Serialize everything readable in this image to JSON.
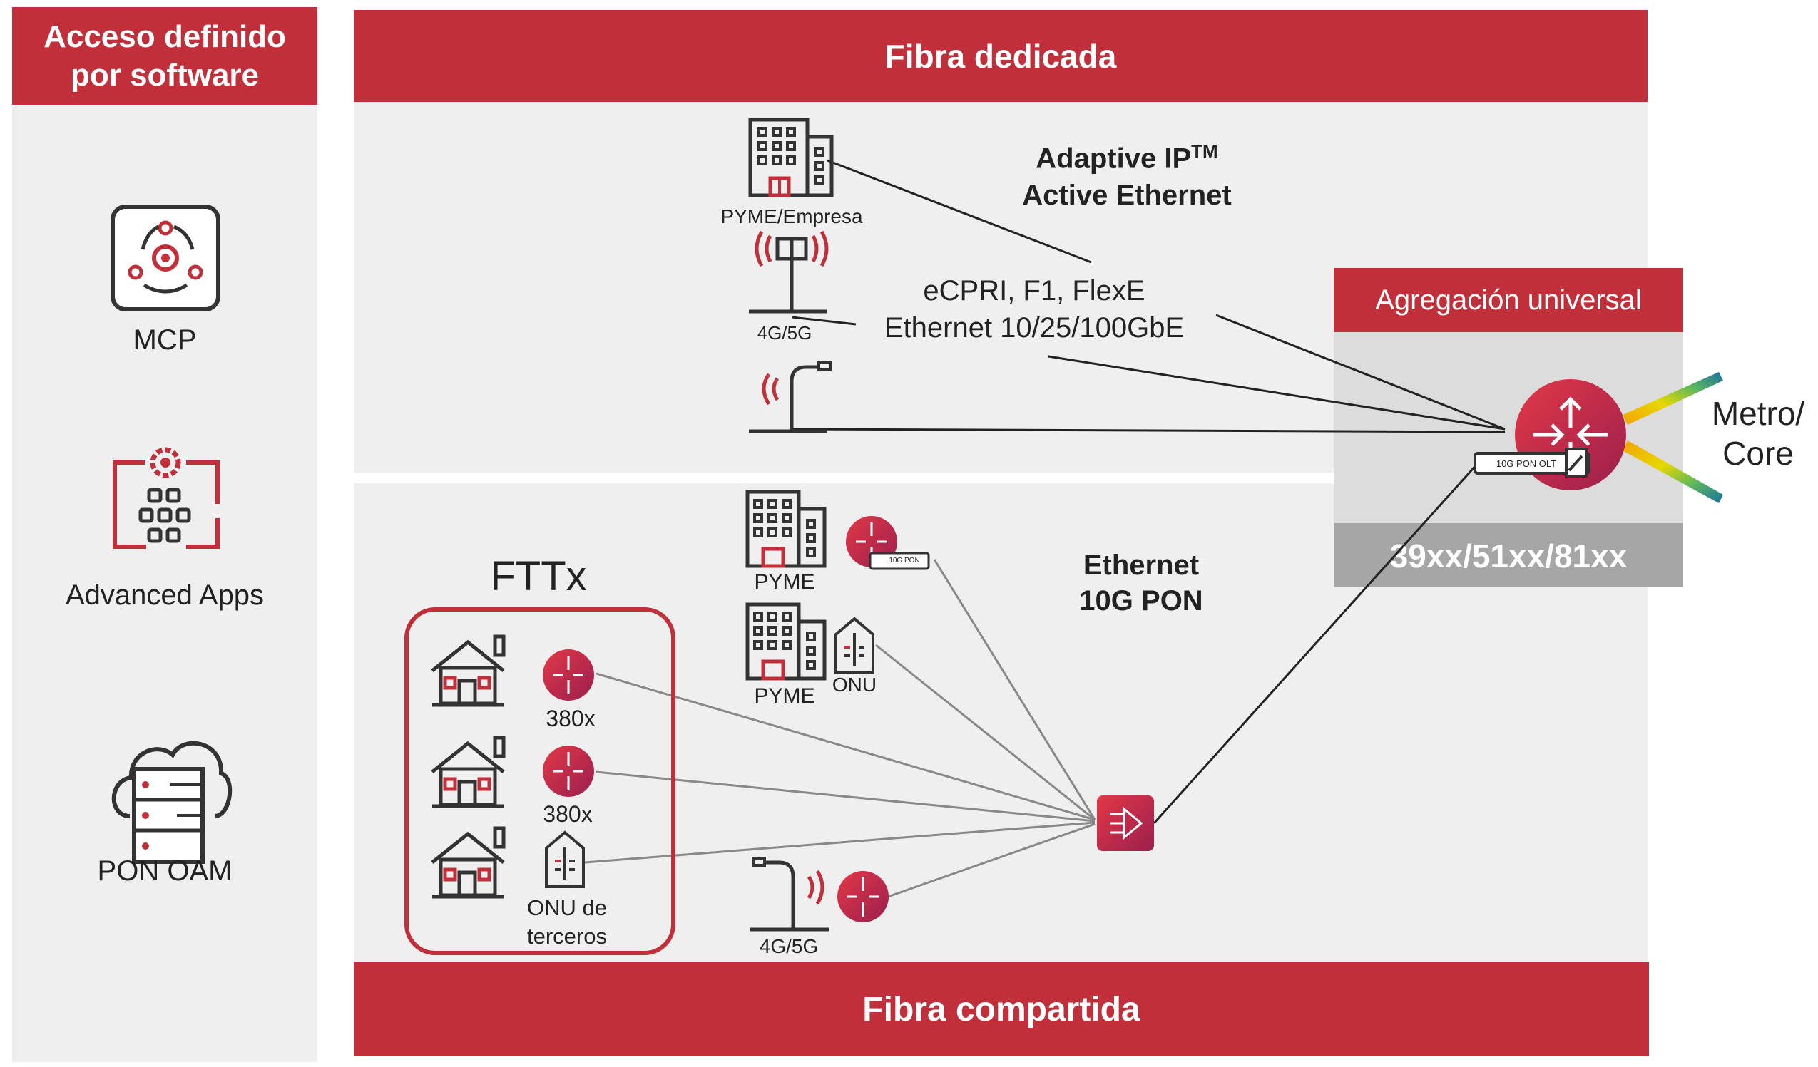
{
  "left_panel": {
    "title": "Acceso definido por software",
    "items": [
      {
        "label": "MCP",
        "icon": "mcp-orchestration-icon"
      },
      {
        "label": "Advanced Apps",
        "icon": "advanced-apps-icon"
      },
      {
        "label": "PON OAM",
        "icon": "pon-oam-cloud-server-icon"
      }
    ]
  },
  "dedicated": {
    "title": "Fibra dedicada",
    "tech_line1": "Adaptive IP",
    "tech_tm": "TM",
    "tech_line2": "Active Ethernet",
    "protocols_line1": "eCPRI, F1, FlexE",
    "protocols_line2": "Ethernet 10/25/100GbE",
    "enterprise_label": "PYME/Empresa",
    "tower_label": "4G/5G"
  },
  "shared": {
    "title": "Fibra compartida",
    "fttx_title": "FTTx",
    "router_label_1": "380x",
    "router_label_2": "380x",
    "onu_third_party_line1": "ONU de",
    "onu_third_party_line2": "terceros",
    "pyme_label_1": "PYME",
    "pyme_label_2": "PYME",
    "pon_badge": "10G PON",
    "onu_label": "ONU",
    "tower_label": "4G/5G",
    "tech_line1": "Ethernet",
    "tech_line2": "10G PON"
  },
  "aggregation": {
    "title": "Agregación universal",
    "olt_badge": "10G PON OLT",
    "models": "39xx/51xx/81xx",
    "metro_line1": "Metro/",
    "metro_line2": "Core"
  },
  "colors": {
    "brand_red": "#c1303a",
    "panel_grey": "#efefef",
    "aggregation_grey": "#dcdcdc",
    "models_grey": "#a6a6a6"
  }
}
